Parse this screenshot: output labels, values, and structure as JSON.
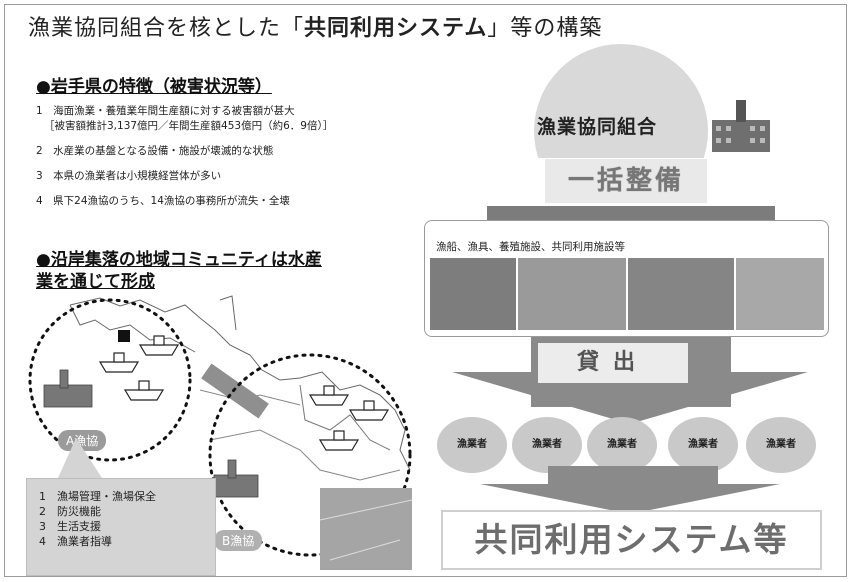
{
  "title": {
    "prefix": "漁業協同組合を核とした「",
    "highlight": "共同利用システム",
    "suffix": "」等の構築"
  },
  "section1": {
    "heading": "●岩手県の特徴（被害状況等）",
    "items": [
      "1　海面漁業・養殖業年間生産額に対する被害額が甚大",
      "［被害額推計3,137億円／年間生産額453億円（約6．9倍）］",
      "2　水産業の基盤となる設備・施設が壊滅的な状態",
      "3　本県の漁業者は小規模経営体が多い",
      "4　県下24漁協のうち、14漁協の事務所が流失・全壊"
    ]
  },
  "section2": {
    "heading_line1": "●沿岸集落の地域コミュニティは水産",
    "heading_line2": "業を通じて形成"
  },
  "map": {
    "coop_a": "A漁協",
    "coop_b": "B漁協"
  },
  "functions": [
    "1　漁場管理・漁場保全",
    "2　防災機能",
    "3　生活支援",
    "4　漁業者指導"
  ],
  "flow": {
    "coop_title": "漁業協同組合",
    "bulk": "一括整備",
    "equipment_label": "漁船、漁具、養殖施設、共同利用施設等",
    "lend": "貸出",
    "fishers": [
      "漁業者",
      "漁業者",
      "漁業者",
      "漁業者",
      "漁業者"
    ],
    "result": "共同利用システム等"
  },
  "colors": {
    "arrow": "#8a8a8a",
    "bubble": "#c9c9c9",
    "panel_border": "#9a9a9a"
  }
}
